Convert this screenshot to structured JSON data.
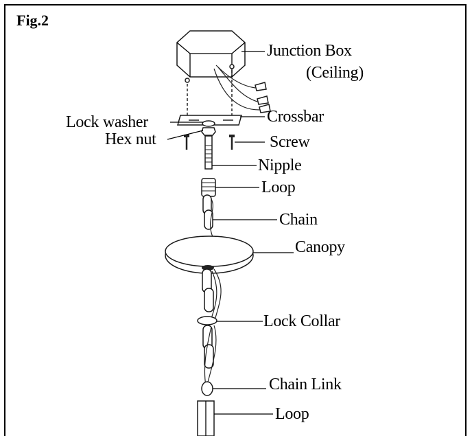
{
  "figure": {
    "title": "Fig.2"
  },
  "labels": {
    "junction_box": "Junction Box",
    "ceiling": "(Ceiling)",
    "crossbar": "Crossbar",
    "lock_washer": "Lock washer",
    "hex_nut": "Hex nut",
    "screw": "Screw",
    "nipple": "Nipple",
    "loop_top": "Loop",
    "chain": "Chain",
    "canopy": "Canopy",
    "lock_collar": "Lock Collar",
    "chain_link": "Chain Link",
    "loop_bottom": "Loop"
  }
}
